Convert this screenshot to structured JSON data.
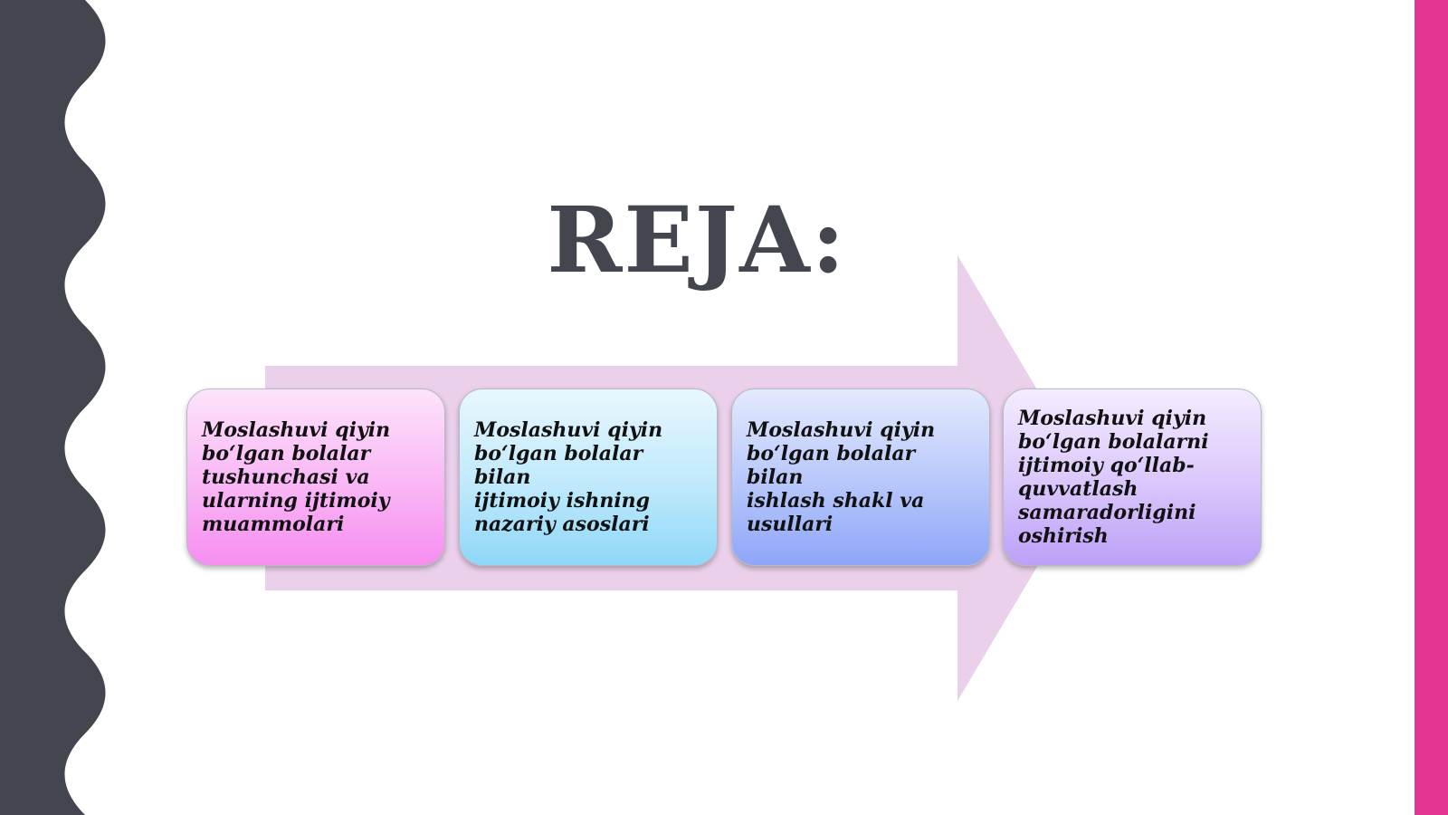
{
  "slide": {
    "title": "REJA:",
    "colors": {
      "title": "#43454f",
      "left_band": "#43454f",
      "right_bar": "#e43593",
      "arrow": "#ead0ea"
    },
    "steps": [
      {
        "text": "Moslashuvi qiyin\nboʻlgan bolalar\ntushunchasi va\nularning ijtimoiy\nmuammolari"
      },
      {
        "text": "Moslashuvi qiyin\nboʻlgan bolalar bilan\nijtimoiy ishning\nnazariy asoslari"
      },
      {
        "text": "Moslashuvi qiyin\nboʻlgan bolalar bilan\nishlash shakl va\nusullari"
      },
      {
        "text": "Moslashuvi qiyin\nboʻlgan bolalarni\nijtimoiy qoʻllab-\nquvvatlash\nsamaradorligini\noshirish"
      }
    ]
  }
}
